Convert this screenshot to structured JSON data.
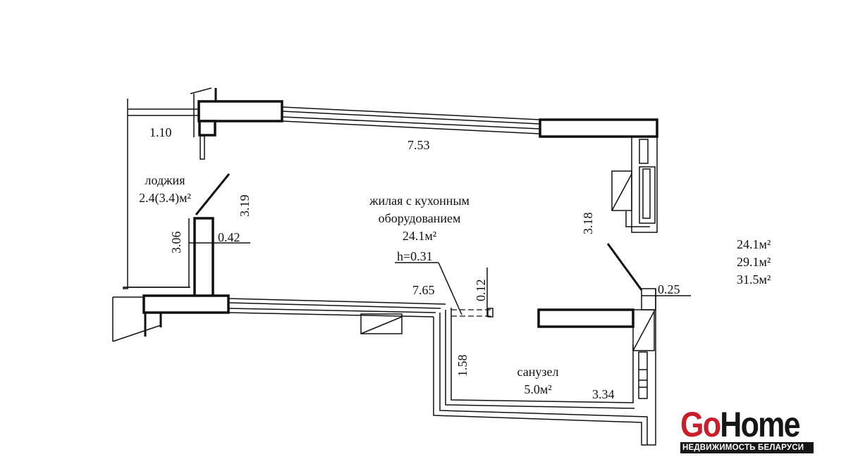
{
  "rooms": {
    "living": {
      "line1": "жилая с кухонным",
      "line2": "оборудованием",
      "area": "24.1м²",
      "height": "h=0.31"
    },
    "loggia": {
      "name": "лоджия",
      "area": "2.4(3.4)м²"
    },
    "bathroom": {
      "name": "санузел",
      "area": "5.0м²"
    }
  },
  "dimensions": [
    "1.10",
    "7.53",
    "3.19",
    "3.06",
    "0.42",
    "7.65",
    "0.12",
    "3.18",
    "0.25",
    "1.58",
    "3.34"
  ],
  "totals": [
    "24.1м²",
    "29.1м²",
    "31.5м²"
  ],
  "logo": {
    "part1": "Go",
    "part2": "Home",
    "tagline": "НЕДВИЖИМОСТЬ БЕЛАРУСИ",
    "accent": "#c8202a"
  }
}
